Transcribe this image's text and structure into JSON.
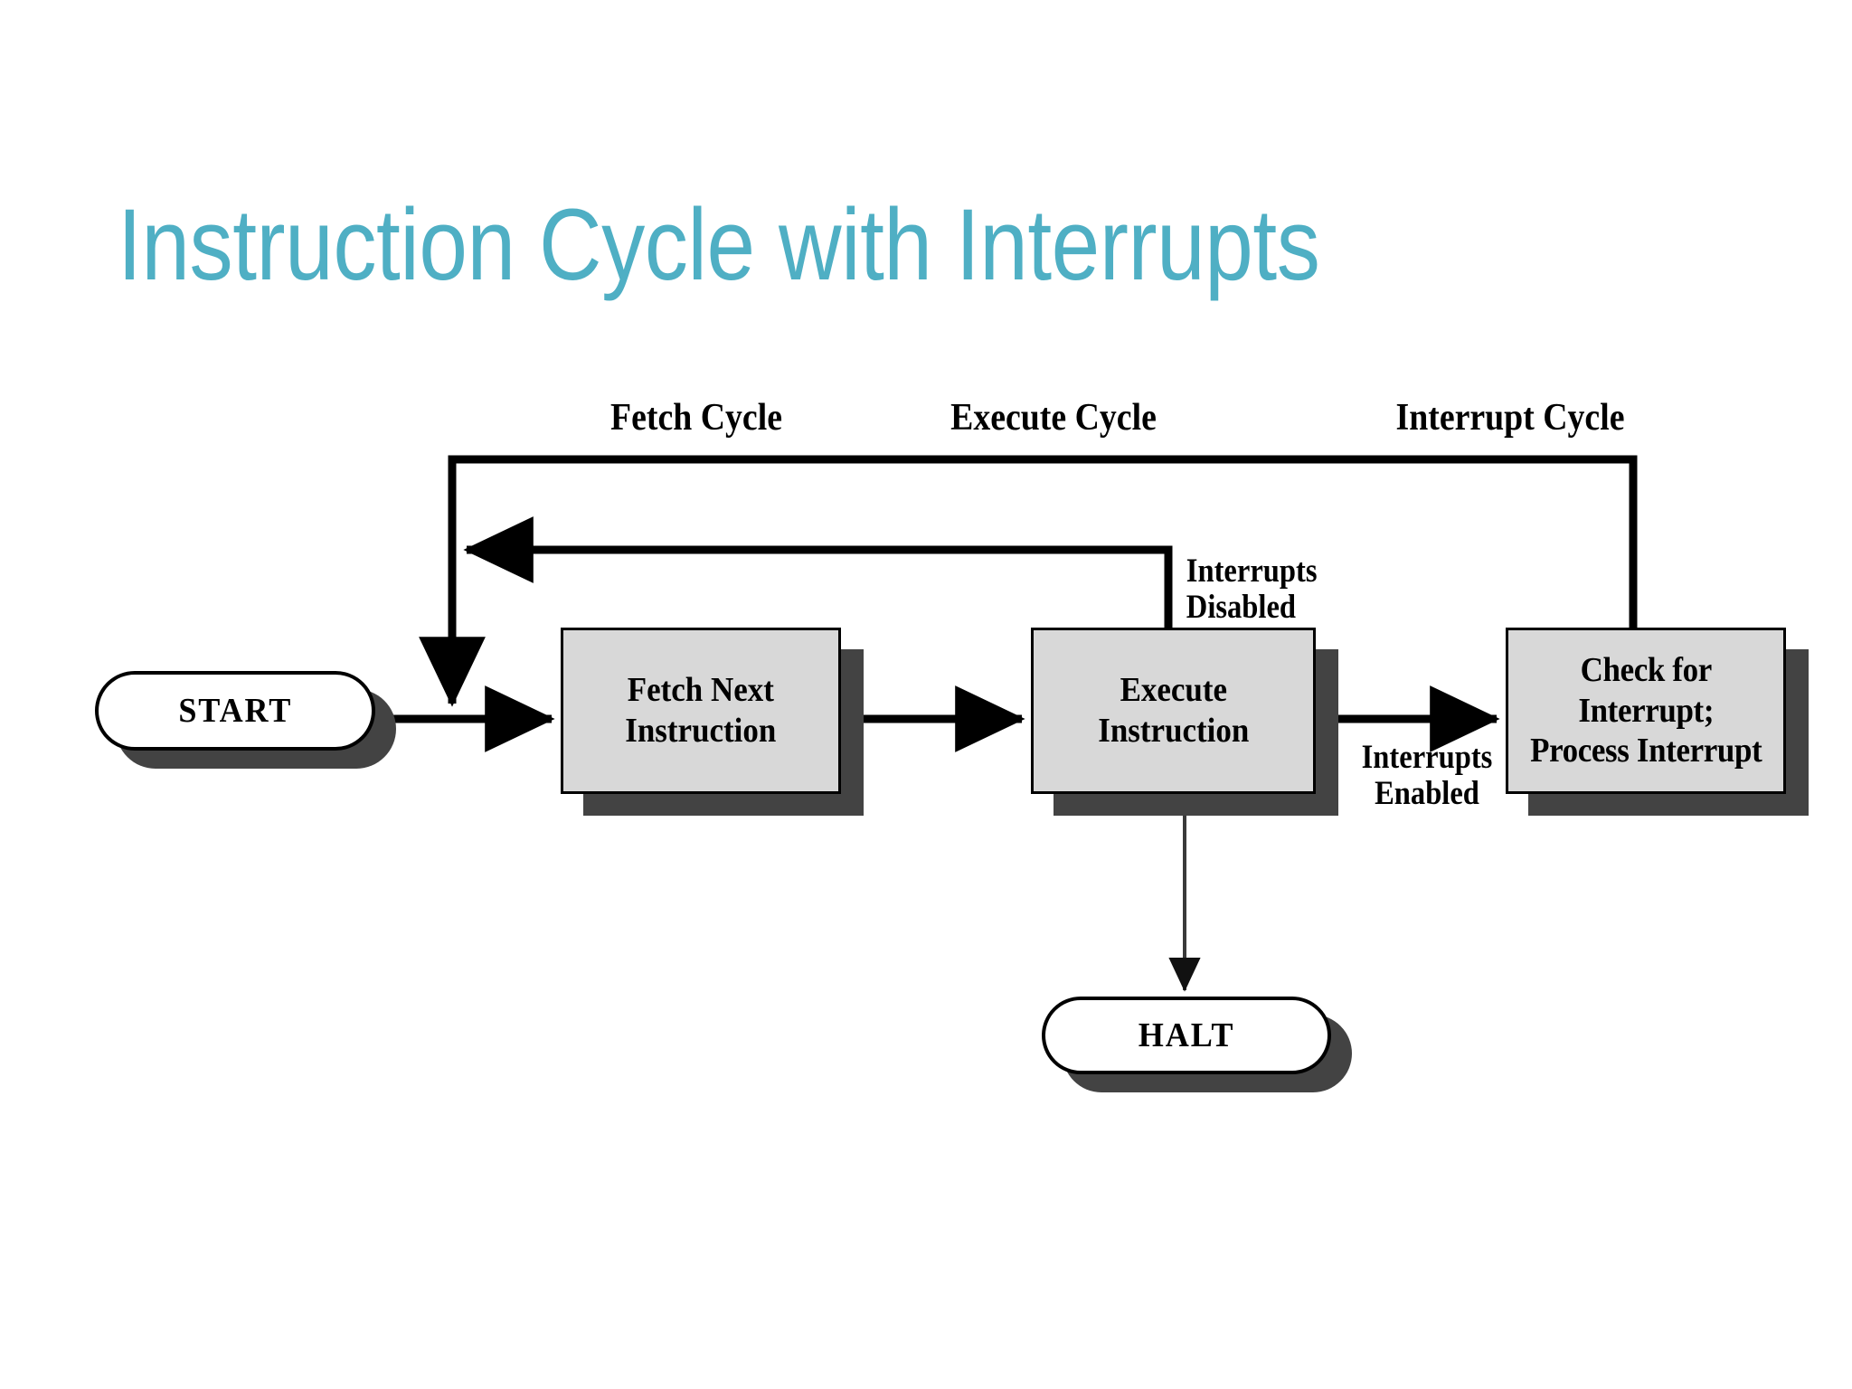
{
  "slide": {
    "title": "Instruction Cycle with Interrupts",
    "title_color": "#4FAFC4",
    "background_color": "#ffffff"
  },
  "diagram": {
    "type": "flowchart",
    "box_fill_color": "#d8d8d8",
    "box_border_color": "#000000",
    "shadow_color": "#434343",
    "cycle_labels": [
      {
        "id": "fetch-cycle",
        "text": "Fetch Cycle"
      },
      {
        "id": "execute-cycle",
        "text": "Execute Cycle"
      },
      {
        "id": "interrupt-cycle",
        "text": "Interrupt Cycle"
      }
    ],
    "terminators": [
      {
        "id": "start",
        "text": "START"
      },
      {
        "id": "halt",
        "text": "HALT"
      }
    ],
    "processes": [
      {
        "id": "fetch-next-instruction",
        "line1": "Fetch Next",
        "line2": "Instruction"
      },
      {
        "id": "execute-instruction",
        "line1": "Execute",
        "line2": "Instruction"
      },
      {
        "id": "check-process-interrupt",
        "line1": "Check for",
        "line2": "Interrupt;",
        "line3": "Process Interrupt"
      }
    ],
    "edge_labels": [
      {
        "id": "interrupts-disabled",
        "line1": "Interrupts",
        "line2": "Disabled"
      },
      {
        "id": "interrupts-enabled",
        "line1": "Interrupts",
        "line2": "Enabled"
      }
    ]
  }
}
